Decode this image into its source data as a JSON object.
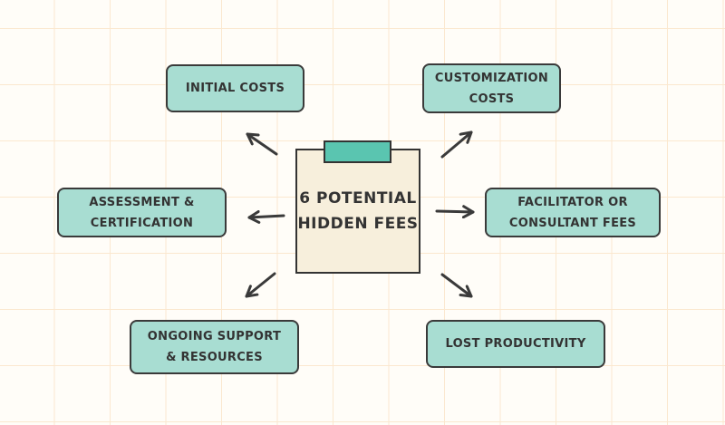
{
  "center": {
    "title": "6 POTENTIAL HIDDEN FEES"
  },
  "fees": [
    {
      "label": "INITIAL COSTS"
    },
    {
      "label": "CUSTOMIZATION COSTS"
    },
    {
      "label": "ASSESSMENT & CERTIFICATION"
    },
    {
      "label": "FACILITATOR OR CONSULTANT FEES"
    },
    {
      "label": "ONGOING SUPPORT & RESOURCES"
    },
    {
      "label": "LOST PRODUCTIVITY"
    }
  ],
  "colors": {
    "box": "#a8ddd2",
    "center": "#f7efdc",
    "clip": "#5ac5b0",
    "stroke": "#3a3a3a"
  }
}
